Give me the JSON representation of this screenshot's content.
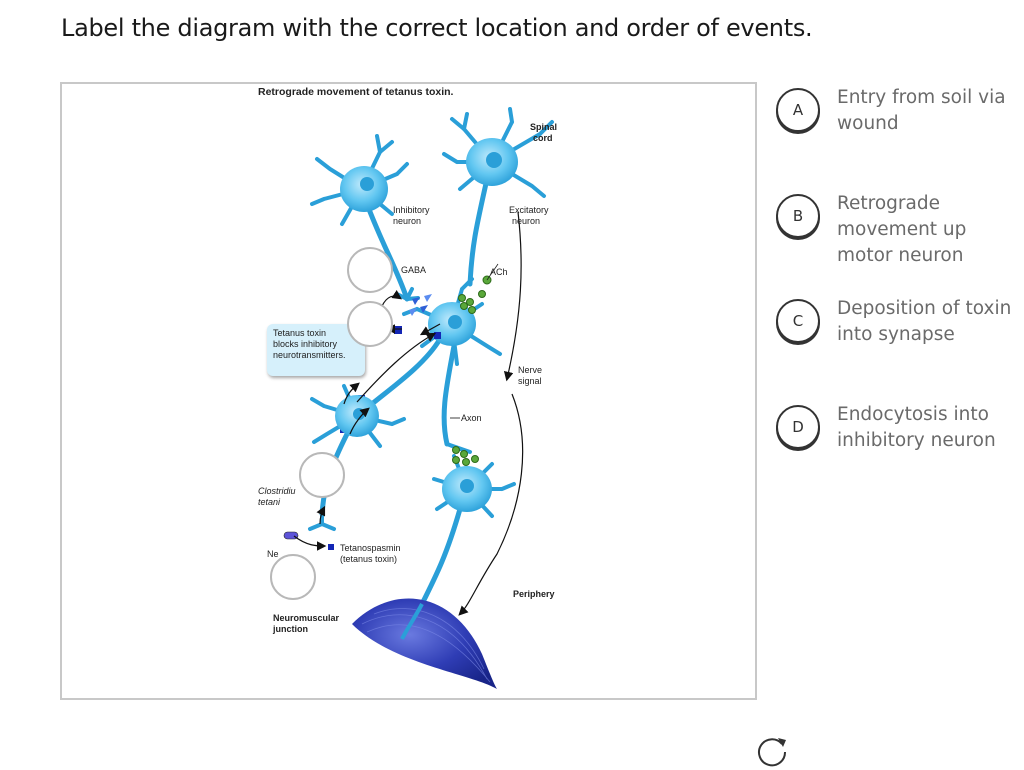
{
  "heading": "Label the diagram with the correct location and order of events.",
  "diagram": {
    "title": "Retrograde movement of tetanus toxin.",
    "labels": {
      "spinal_cord": [
        "Spinal",
        "cord"
      ],
      "inhibitory_neuron": [
        "Inhibitory",
        "neuron"
      ],
      "excitatory_neuron": [
        "Excitatory",
        "neuron"
      ],
      "gaba": "GABA",
      "ach": "ACh",
      "callout": [
        "Tetanus toxin",
        "blocks inhibitory",
        "neurotransmitters."
      ],
      "nerve_signal": [
        "Nerve",
        "signal"
      ],
      "axon": "Axon",
      "clostridium": [
        "Clostridiu",
        "tetani"
      ],
      "tetanospasmin": [
        "Tetanospasmin",
        "(tetanus toxin)"
      ],
      "neuron_partial": "Ne",
      "periphery": "Periphery",
      "nmj": [
        "Neuromuscular",
        "junction"
      ]
    }
  },
  "options": [
    {
      "letter": "A",
      "text": "Entry from soil via wound"
    },
    {
      "letter": "B",
      "text": "Retrograde movement up motor neuron"
    },
    {
      "letter": "C",
      "text": "Deposition of toxin into synapse"
    },
    {
      "letter": "D",
      "text": "Endocytosis into inhibitory neuron"
    }
  ],
  "colors": {
    "neuron": "#5cc4f0",
    "neuron_dark": "#2a9fd8",
    "muscle": "#2f3fb8",
    "toxin": "#1326b5",
    "vesicle": "#5aa83a"
  },
  "icons": {
    "reset": "reset-icon"
  }
}
